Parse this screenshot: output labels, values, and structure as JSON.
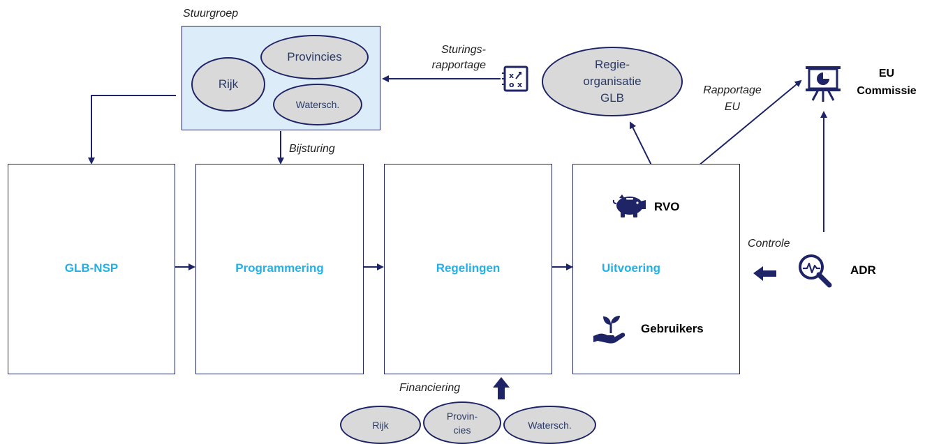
{
  "steering": {
    "caption": "Stuurgroep",
    "members": [
      "Rijk",
      "Provincies",
      "Watersch."
    ]
  },
  "labels": {
    "sturings_line1": "Sturings-",
    "sturings_line2": "rapportage",
    "bijsturing": "Bijsturing",
    "rapportage_line1": "Rapportage",
    "rapportage_line2": "EU",
    "controle": "Controle",
    "financiering": "Financiering"
  },
  "regie": {
    "line1": "Regie-",
    "line2": "organisatie",
    "line3": "GLB"
  },
  "process_boxes": [
    "GLB-NSP",
    "Programmering",
    "Regelingen",
    "Uitvoering"
  ],
  "uitvoering": {
    "rvo": "RVO",
    "gebruikers": "Gebruikers"
  },
  "eu": {
    "line1": "EU",
    "line2": "Commissie"
  },
  "adr": "ADR",
  "funding": {
    "rijk": "Rijk",
    "provin_line1": "Provin-",
    "provin_line2": "cies",
    "watersch": "Watersch."
  },
  "icons": [
    "strategy-board-icon",
    "piggy-bank-icon",
    "plant-hand-icon",
    "presentation-chart-icon",
    "magnifier-pulse-icon"
  ],
  "colors": {
    "navy": "#1f2466",
    "accent": "#22b1e6",
    "ellipse_fill": "#d9d9d9",
    "steering_fill": "#dcecf8"
  }
}
